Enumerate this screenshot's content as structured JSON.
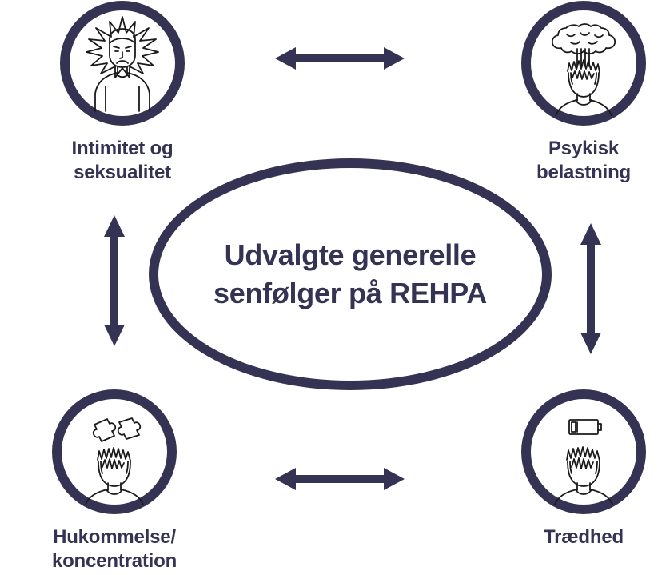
{
  "diagram": {
    "center": {
      "text": "Udvalgte generelle\nsenfølger på REHPA"
    },
    "nodes": [
      {
        "id": "intimitet",
        "label": "Intimitet og\nseksualitet",
        "icon": "stressed-person-icon"
      },
      {
        "id": "psykisk",
        "label": "Psykisk\nbelastning",
        "icon": "brain-lifting-off-head-icon"
      },
      {
        "id": "hukommelse",
        "label": "Hukommelse/\nkoncentration",
        "icon": "puzzle-pieces-head-icon"
      },
      {
        "id": "traethed",
        "label": "Trædhed",
        "icon": "low-battery-head-icon"
      }
    ],
    "arrows": [
      {
        "id": "top",
        "name": "double-arrow-horizontal-top"
      },
      {
        "id": "bottom",
        "name": "double-arrow-horizontal-bottom"
      },
      {
        "id": "left",
        "name": "double-arrow-vertical-left"
      },
      {
        "id": "right",
        "name": "double-arrow-vertical-right"
      }
    ],
    "colors": {
      "navy": "#353353",
      "background": "#ffffff",
      "line_art": "#1a1a1a"
    }
  }
}
